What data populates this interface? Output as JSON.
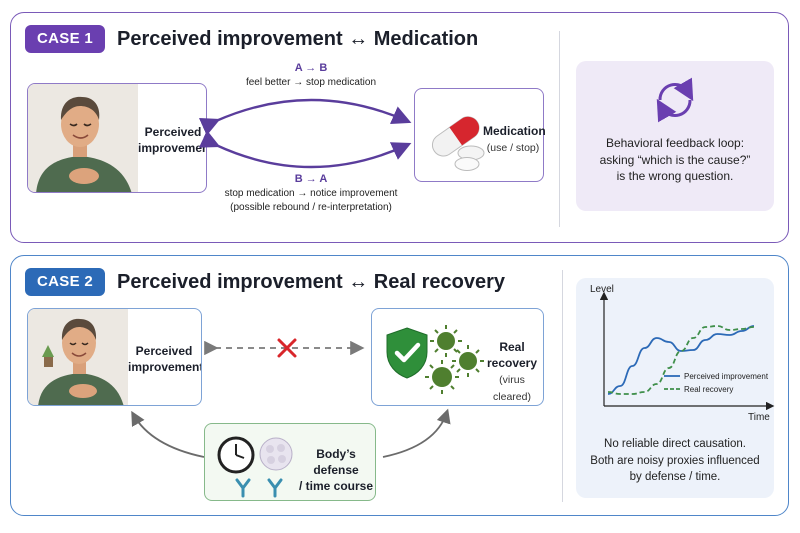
{
  "case1": {
    "badge": "CASE 1",
    "title": "Perceived improvement ↔ Medication",
    "box_left": "Perceived\nimprovement",
    "box_right_title": "Medication",
    "box_right_sub": "(use / stop)",
    "top_arrow_head": "A → B",
    "top_arrow_text": "feel better → stop medication",
    "bottom_arrow_head": "B → A",
    "bottom_arrow_text": "stop medication → notice improvement",
    "bottom_arrow_text2": "(possible rebound / re-interpretation)",
    "card_text": "Behavioral feedback loop:\nasking “which is the cause?”\nis the wrong question.",
    "accent": "#6a3fb0"
  },
  "case2": {
    "badge": "CASE 2",
    "title": "Perceived improvement ↔ Real recovery",
    "box_left": "Perceived\nimprovement",
    "box_right_title": "Real\nrecovery",
    "box_right_sub": "(virus cleared)",
    "box_bottom": "Body’s defense\n/ time course",
    "card_text": "No reliable direct causation.\nBoth are noisy proxies influenced\nby defense / time.",
    "accent": "#2c6ab7"
  },
  "chart_data": {
    "type": "line",
    "ylabel": "Level",
    "xlabel": "Time",
    "x": [
      0,
      1,
      2,
      3,
      4,
      5,
      6,
      7,
      8,
      9,
      10,
      11,
      12
    ],
    "series": [
      {
        "name": "Perceived improvement",
        "color": "#2c6ab7",
        "style": "solid",
        "values": [
          0.12,
          0.2,
          0.4,
          0.58,
          0.68,
          0.64,
          0.55,
          0.56,
          0.66,
          0.72,
          0.71,
          0.75,
          0.8
        ]
      },
      {
        "name": "Real recovery",
        "color": "#3f8f4a",
        "style": "dashed",
        "values": [
          0.14,
          0.12,
          0.12,
          0.14,
          0.22,
          0.38,
          0.55,
          0.68,
          0.79,
          0.8,
          0.76,
          0.77,
          0.79
        ]
      }
    ],
    "ylim": [
      0,
      1
    ],
    "legend": "bottom-right"
  }
}
